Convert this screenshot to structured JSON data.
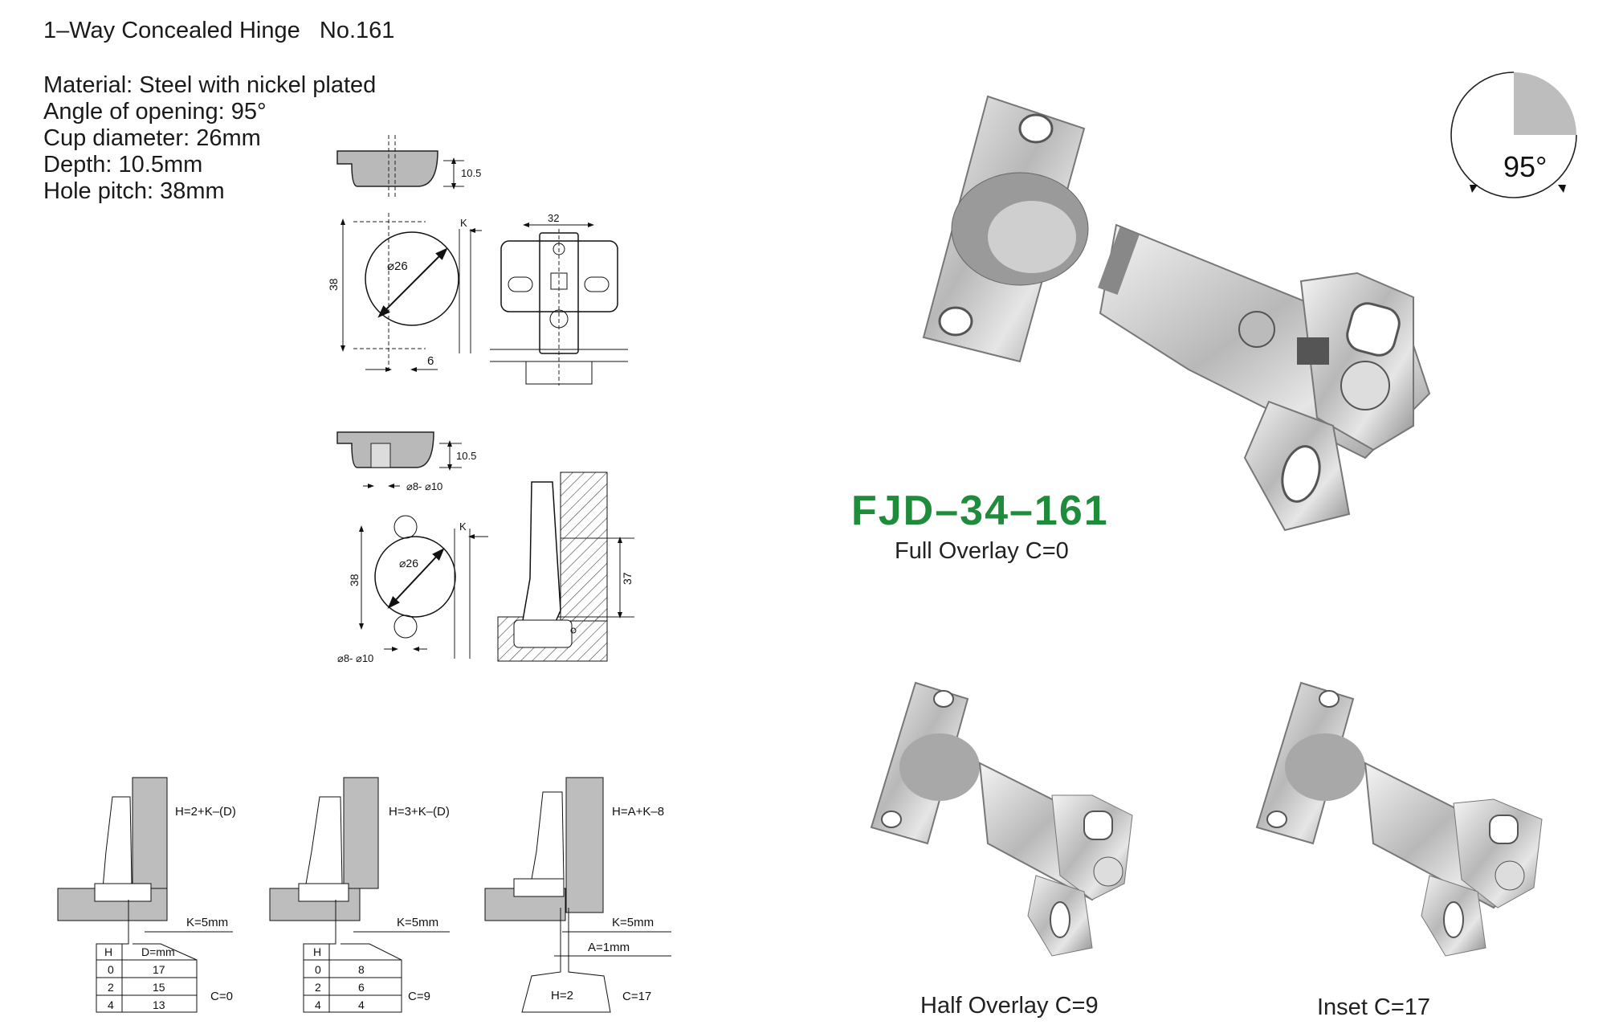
{
  "header": {
    "title": "1–Way Concealed Hinge   No.161"
  },
  "specs": [
    "Material: Steel with nickel plated",
    "Angle of opening: 95°",
    "Cup diameter: 26mm",
    "Depth: 10.5mm",
    "Hole pitch: 38mm"
  ],
  "model": "FJD–34–161",
  "angle_label": "95°",
  "captions": {
    "full": "Full Overlay C=0",
    "half": "Half Overlay C=9",
    "inset": "Inset C=17"
  },
  "drawing1": {
    "depth": "10.5",
    "cup": "⌀26",
    "pitch": "38",
    "edge": "6",
    "k": "K",
    "width": "32"
  },
  "drawing2": {
    "depth": "10.5",
    "dowel": "⌀8- ⌀10",
    "cup": "⌀26",
    "pitch": "38",
    "dowel2": "⌀8- ⌀10",
    "k": "K",
    "height": "37"
  },
  "overlays": [
    {
      "formula": "H=2+K–(D)",
      "k": "K=5mm",
      "c": "C=0",
      "headers": [
        "H",
        "D=mm"
      ],
      "rows": [
        [
          "0",
          "17"
        ],
        [
          "2",
          "15"
        ],
        [
          "4",
          "13"
        ]
      ]
    },
    {
      "formula": "H=3+K–(D)",
      "k": "K=5mm",
      "c": "C=9",
      "headers": [
        "H",
        ""
      ],
      "rows": [
        [
          "0",
          "8"
        ],
        [
          "2",
          "6"
        ],
        [
          "4",
          "4"
        ]
      ]
    },
    {
      "formula": "H=A+K–8",
      "k": "K=5mm",
      "a": "A=1mm",
      "c": "C=17",
      "h": "H=2"
    }
  ]
}
